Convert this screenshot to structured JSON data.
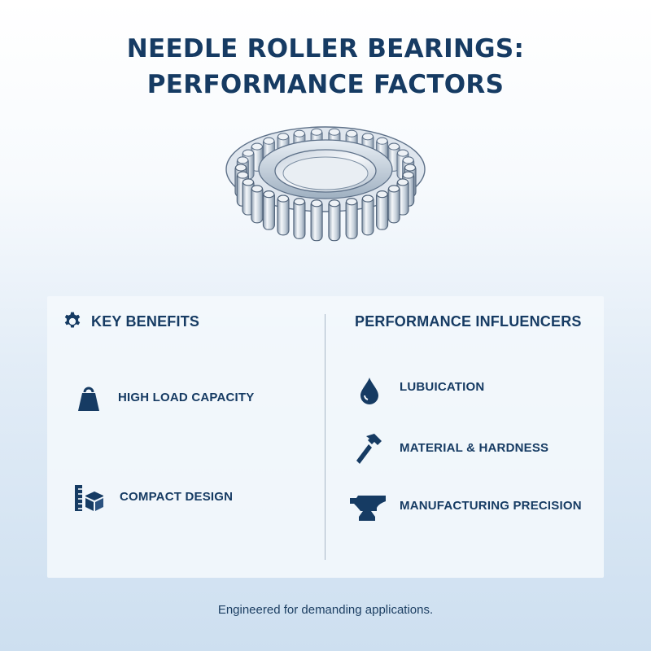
{
  "title": {
    "line1": "NEEDLE ROLLER BEARINGS:",
    "line2": "PERFORMANCE FACTORS"
  },
  "illustration": {
    "subject": "needle roller bearing",
    "icon": "bearing-illustration"
  },
  "benefits": {
    "heading": "KEY BENEFITS",
    "heading_icon": "gear-icon",
    "items": [
      {
        "label": "HIGH LOAD CAPACITY",
        "icon": "weight-icon"
      },
      {
        "label": "COMPACT DESIGN",
        "icon": "ruler-box-icon"
      }
    ]
  },
  "influencers": {
    "heading": "PERFORMANCE INFLUENCERS",
    "items": [
      {
        "label": "LUBUICATION",
        "icon": "oil-drop-icon"
      },
      {
        "label": "MATERIAL & HARDNESS",
        "icon": "hammer-icon"
      },
      {
        "label": "MANUFACTURING PRECISION",
        "icon": "anvil-icon"
      }
    ]
  },
  "footer": "Engineered for demanding applications.",
  "colors": {
    "primary": "#163b63",
    "panel": "#f4f8fc",
    "background_bottom": "#cddff0"
  }
}
